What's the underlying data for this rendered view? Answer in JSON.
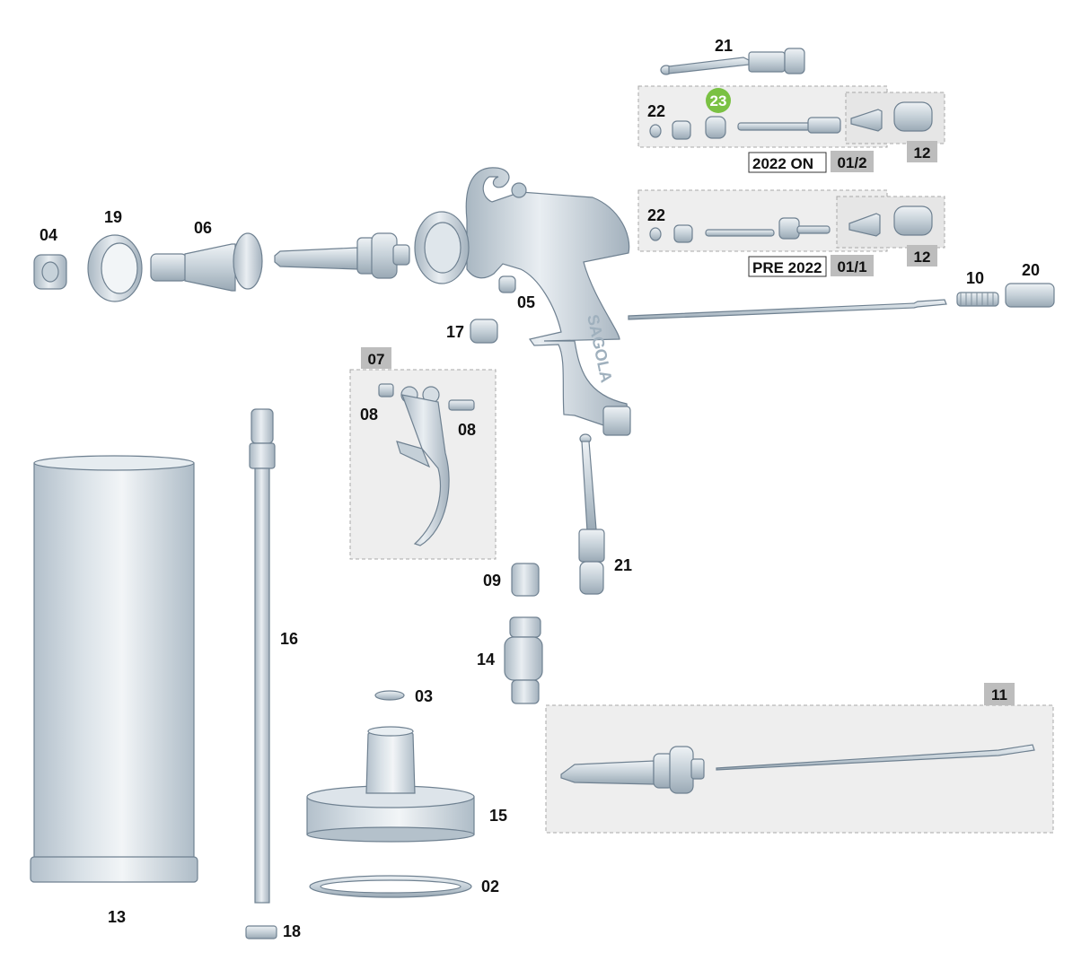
{
  "colors": {
    "part_fill": "#c9d4dc",
    "part_light": "#e4eaef",
    "part_stroke": "#6f8191",
    "panel_fill": "#eeeeee",
    "panel_stroke": "#a8a8a8",
    "tag_fill": "#bdbdbd",
    "highlight": "#7ac143"
  },
  "labels": {
    "p02": "02",
    "p03": "03",
    "p04": "04",
    "p05": "05",
    "p06": "06",
    "p07": "07",
    "p08a": "08",
    "p08b": "08",
    "p09": "09",
    "p10": "10",
    "p11": "11",
    "p12a": "12",
    "p12b": "12",
    "p13": "13",
    "p14": "14",
    "p15": "15",
    "p16": "16",
    "p17": "17",
    "p18": "18",
    "p19": "19",
    "p20": "20",
    "p21a": "21",
    "p21b": "21",
    "p22a": "22",
    "p22b": "22",
    "p23": "23"
  },
  "version_boxes": {
    "new_label": "2022   ON",
    "new_code": "01/2",
    "old_label": "PRE 2022",
    "old_code": "01/1"
  },
  "gun_brand": "SAGOLA"
}
